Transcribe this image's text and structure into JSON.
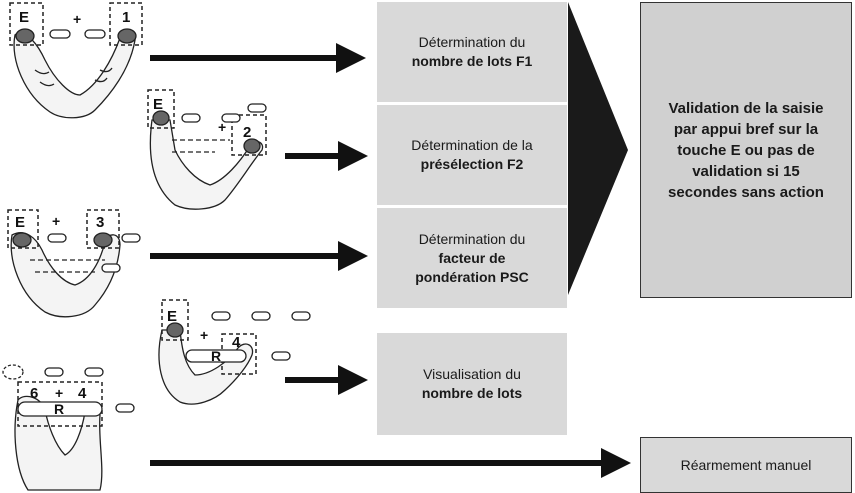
{
  "steps": [
    {
      "line1": "Détermination du",
      "line2": "nombre de lots F1",
      "line3": ""
    },
    {
      "line1": "Détermination de la",
      "line2": "présélection F2",
      "line3": ""
    },
    {
      "line1": "Détermination du",
      "line2": "facteur de",
      "line3": "pondération PSC"
    },
    {
      "line1": "Visualisation du",
      "line2": "nombre de lots",
      "line3": ""
    }
  ],
  "validation": "Validation de la saisie par appui bref sur la touche E ou pas de validation si 15 secondes sans action",
  "rearm": "Réarmement manuel",
  "keys": {
    "e": "E",
    "k1": "1",
    "k2": "2",
    "k3": "3",
    "k4": "4",
    "k6": "6",
    "r": "R",
    "plus": "+"
  },
  "colors": {
    "box": "#d9d9d9",
    "arrow": "#111111"
  }
}
